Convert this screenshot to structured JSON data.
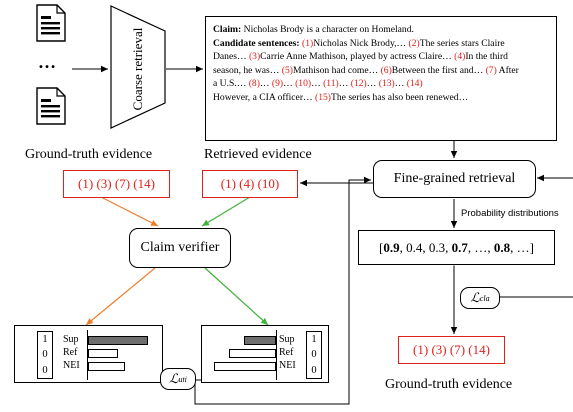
{
  "coarse": {
    "label": "Coarse retrieval"
  },
  "claim": {
    "claim_label": "Claim:",
    "claim_text": "Nicholas Brody is a character on Homeland.",
    "candidates_label": "Candidate sentences:",
    "line1": [
      {
        "t": "(1)",
        "r": true
      },
      {
        "t": "Nicholas  Nick Brody,… ",
        "r": false
      },
      {
        "t": "(2)",
        "r": true
      },
      {
        "t": "The series stars Claire",
        "r": false
      }
    ],
    "line2": [
      {
        "t": "Danes… ",
        "r": false
      },
      {
        "t": "(3)",
        "r": true
      },
      {
        "t": "Carrie Anne Mathison, played by actress Claire… ",
        "r": false
      },
      {
        "t": "(4)",
        "r": true
      },
      {
        "t": "In the third",
        "r": false
      }
    ],
    "line3": [
      {
        "t": "season, he was… ",
        "r": false
      },
      {
        "t": "(5)",
        "r": true
      },
      {
        "t": "Mathison had come… ",
        "r": false
      },
      {
        "t": "(6)",
        "r": true
      },
      {
        "t": "Between the first and… ",
        "r": false
      },
      {
        "t": "(7)",
        "r": true
      },
      {
        "t": " After",
        "r": false
      }
    ],
    "line4": [
      {
        "t": "a U.S.… ",
        "r": false
      },
      {
        "t": "(8)",
        "r": true
      },
      {
        "t": "… ",
        "r": false
      },
      {
        "t": "(9)",
        "r": true
      },
      {
        "t": "… ",
        "r": false
      },
      {
        "t": "(10)",
        "r": true
      },
      {
        "t": "… ",
        "r": false
      },
      {
        "t": "(11)",
        "r": true
      },
      {
        "t": "… ",
        "r": false
      },
      {
        "t": "(12)",
        "r": true
      },
      {
        "t": "… ",
        "r": false
      },
      {
        "t": "(13)",
        "r": true
      },
      {
        "t": "… ",
        "r": false
      },
      {
        "t": "(14)",
        "r": true
      }
    ],
    "line5": [
      {
        "t": "However, a CIA officer… ",
        "r": false
      },
      {
        "t": "(15)",
        "r": true
      },
      {
        "t": "The series has also been renewed…",
        "r": false
      }
    ]
  },
  "labels": {
    "gt_evidence_top": "Ground-truth evidence",
    "retrieved_evidence": "Retrieved evidence",
    "gt_evidence_bottom": "Ground-truth evidence",
    "fine_grained": "Fine-grained retrieval",
    "prob_dist": "Probability distributions",
    "claim_verifier": "Claim verifier",
    "ellipsis": "…"
  },
  "evidence": {
    "gt_top": "(1) (3) (7) (14)",
    "retrieved": "(1) (4) (10)",
    "gt_bottom": "(1) (3) (7) (14)"
  },
  "probs": [
    {
      "t": "0.9",
      "b": true
    },
    {
      "t": "0.4",
      "b": false
    },
    {
      "t": "0.3",
      "b": false
    },
    {
      "t": "0.7",
      "b": true
    },
    {
      "t": "…",
      "b": false
    },
    {
      "t": "0.8",
      "b": true
    },
    {
      "t": "…",
      "b": false
    }
  ],
  "losses": {
    "cla_sub": "cla",
    "uti_sub": "uti"
  },
  "verifier_left": {
    "vector": [
      "1",
      "0",
      "0"
    ],
    "classes": [
      "Sup",
      "Ref",
      "NEI"
    ],
    "bar_values": [
      1.0,
      0.5,
      0.62
    ]
  },
  "verifier_right": {
    "vector": [
      "1",
      "0",
      "0"
    ],
    "classes": [
      "Sup",
      "Ref",
      "NEI"
    ],
    "bar_values": [
      0.52,
      0.75,
      1.0
    ]
  },
  "colors": {
    "red": "#e0201b",
    "orange": "#f07d2a",
    "green": "#3fb33a",
    "bar_gray": "#6e6e6e"
  }
}
